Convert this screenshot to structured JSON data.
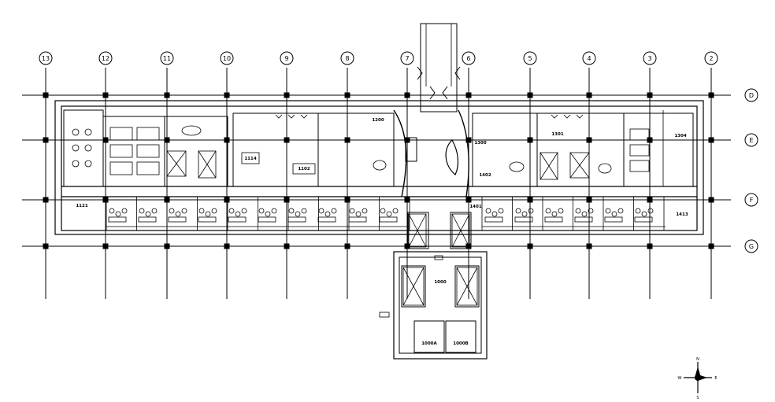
{
  "plan": {
    "column_grid": [
      "13",
      "12",
      "11",
      "10",
      "9",
      "8",
      "7",
      "6",
      "5",
      "4",
      "3",
      "2"
    ],
    "row_grid": [
      "D",
      "E",
      "F",
      "G"
    ],
    "rooms": [
      "1121",
      "1114",
      "1102",
      "1200",
      "1300",
      "1301",
      "1304",
      "1402",
      "1401",
      "1413",
      "1000",
      "1000A",
      "1000B"
    ],
    "compass": {
      "north": "N",
      "south": "S",
      "east": "E",
      "west": "W"
    }
  }
}
